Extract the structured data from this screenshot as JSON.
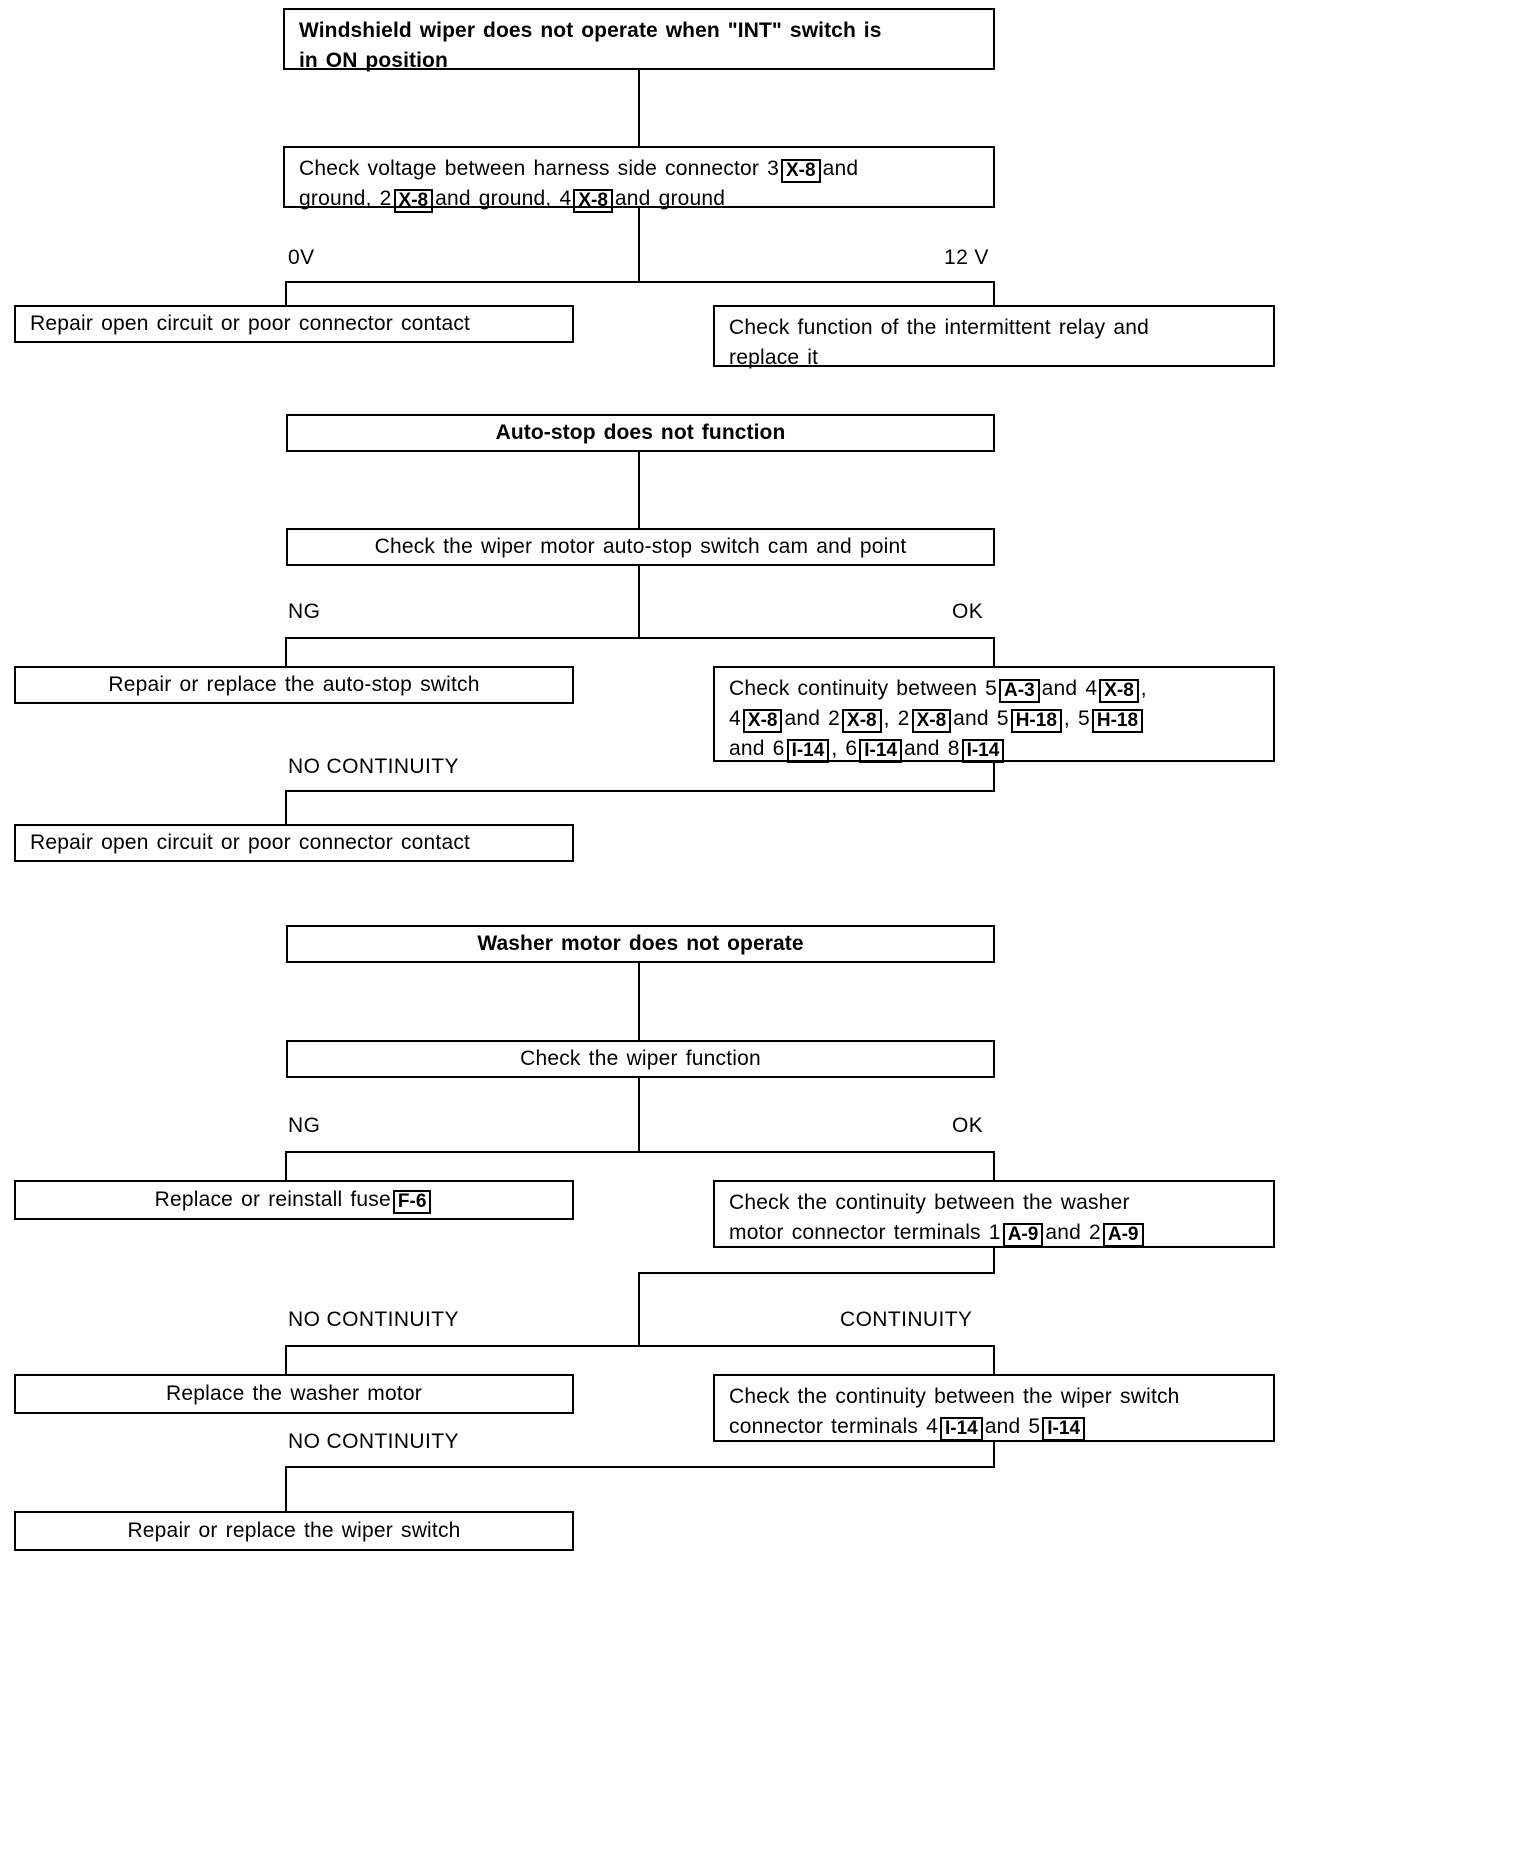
{
  "document": {
    "type": "troubleshooting-flowchart",
    "subject": "Windshield wiper and washer diagnostic chart"
  },
  "sections": [
    {
      "id": "wiper-int",
      "start": "Windshield wiper does not operate when \"INT\" switch is in ON position",
      "check": "Check voltage between harness side connector 3 [X-8] and ground, 2 [X-8] and ground, 4 [X-8] and ground",
      "branch_left_label": "0V",
      "branch_right_label": "12 V",
      "result_left": "Repair open circuit or poor connector contact",
      "result_right": "Check function of the intermittent relay and replace it"
    },
    {
      "id": "auto-stop",
      "start": "Auto-stop does not function",
      "check": "Check the wiper motor auto-stop switch cam and point",
      "branch_left_label": "NG",
      "branch_right_label": "OK",
      "result_left": "Repair or replace the auto-stop switch",
      "result_right": "Check continuity between 5 [A-3] and 4 [X-8], 4 [X-8] and 2 [X-8], 2 [X-8] and 5 [H-18], 5 [H-18] and 6 [I-14], 6 [I-14] and 8 [I-14]",
      "branch2_label": "NO CONTINUITY",
      "result2": "Repair open circuit or poor connector contact"
    },
    {
      "id": "washer",
      "start": "Washer motor does not operate",
      "check": "Check the wiper function",
      "branch_left_label": "NG",
      "branch_right_label": "OK",
      "result_left": "Replace or reinstall fuse [F-6]",
      "result_right": "Check the continuity between the washer motor connector terminals 1 [A-9] and 2 [A-9]",
      "branch2_left_label": "NO CONTINUITY",
      "branch2_right_label": "CONTINUITY",
      "result2_left": "Replace the washer motor",
      "result2_right": "Check the continuity between the wiper switch connector terminals 4 [I-14] and 5 [I-14]",
      "branch3_label": "NO CONTINUITY",
      "result3": "Repair or replace the wiper switch"
    }
  ],
  "boxes": {
    "b1": {
      "line1": "Windshield wiper does not operate when \"INT\" switch is",
      "line2": "in ON position"
    },
    "b2": {
      "l1_a": "Check voltage between harness side connector 3",
      "l1_chip": "X-8",
      "l1_b": "and",
      "l2_a": "ground, 2",
      "l2_chip1": "X-8",
      "l2_b": "and ground, 4",
      "l2_chip2": "X-8",
      "l2_c": "and ground"
    },
    "b3": "Repair open circuit or poor connector contact",
    "b4": {
      "line1": "Check function of the intermittent relay and",
      "line2": "replace it"
    },
    "b5": "Auto-stop does not function",
    "b6": "Check the wiper motor auto-stop switch cam and point",
    "b7": "Repair or replace the auto-stop switch",
    "b8": {
      "l1_a": "Check continuity between 5",
      "l1_c1": "A-3",
      "l1_b": "and 4",
      "l1_c2": "X-8",
      "l1_d": ",",
      "l2_a": "4",
      "l2_c1": "X-8",
      "l2_b": "and 2",
      "l2_c2": "X-8",
      "l2_c": ", 2",
      "l2_c3": "X-8",
      "l2_d": "and 5",
      "l2_c4": "H-18",
      "l2_e": ", 5",
      "l2_c5": "H-18",
      "l3_a": "and 6",
      "l3_c1": "I-14",
      "l3_b": ", 6",
      "l3_c2": "I-14",
      "l3_c": "and 8",
      "l3_c3": "I-14"
    },
    "b9": "Repair open circuit or poor connector contact",
    "b10": "Washer motor does not operate",
    "b11": "Check the wiper function",
    "b12": {
      "a": "Replace or reinstall fuse",
      "chip": "F-6"
    },
    "b13": {
      "l1": "Check the continuity between the washer",
      "l2_a": "motor connector terminals 1",
      "l2_c1": "A-9",
      "l2_b": "and 2",
      "l2_c2": "A-9"
    },
    "b14": "Replace the washer motor",
    "b15": {
      "l1": "Check the continuity between the wiper switch",
      "l2_a": "connector terminals 4",
      "l2_c1": "I-14",
      "l2_b": "and 5",
      "l2_c2": "I-14"
    },
    "b16": "Repair or replace the wiper switch"
  },
  "labels": {
    "v0": "0V",
    "v12": "12 V",
    "ng1": "NG",
    "ok1": "OK",
    "nc1": "NO CONTINUITY",
    "ng2": "NG",
    "ok2": "OK",
    "nc2": "NO CONTINUITY",
    "cont": "CONTINUITY",
    "nc3": "NO CONTINUITY"
  }
}
